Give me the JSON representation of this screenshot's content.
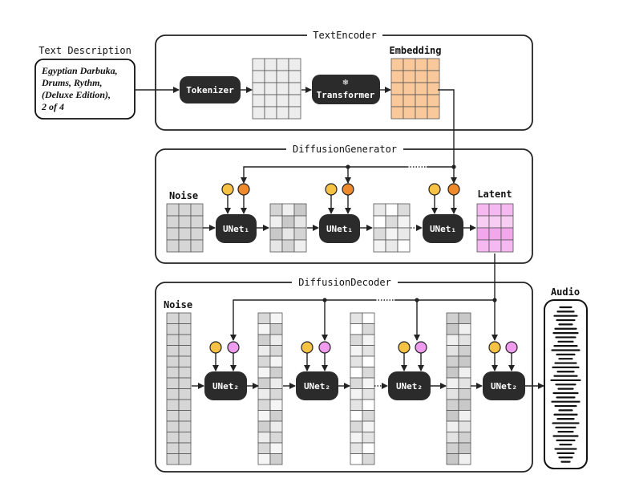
{
  "input": {
    "heading": "Text Description",
    "lines": [
      "Egyptian Darbuka,",
      "Drums, Rythm,",
      "(Deluxe Edition),",
      "2 of 4"
    ]
  },
  "text_encoder": {
    "title": "TextEncoder",
    "tokenizer_label": "Tokenizer",
    "transformer_label": "Transformer",
    "frozen_icon": "❄",
    "embedding_label": "Embedding"
  },
  "generator": {
    "title": "DiffusionGenerator",
    "noise_label": "Noise",
    "unet_label": "UNet₁",
    "latent_label": "Latent"
  },
  "decoder": {
    "title": "DiffusionDecoder",
    "noise_label": "Noise",
    "unet_label": "UNet₂",
    "audio_label": "Audio"
  },
  "colors": {
    "node_fill": "#2b2b2b",
    "token_grid": "#ededed",
    "embedding_grid": "#f9c89b",
    "latent_grid": "#f5b8f0",
    "noise_grid": "#d6d6d6",
    "circle_yellow": "#f6c244",
    "circle_orange": "#ee8a2c",
    "circle_pink": "#ef9cee"
  }
}
